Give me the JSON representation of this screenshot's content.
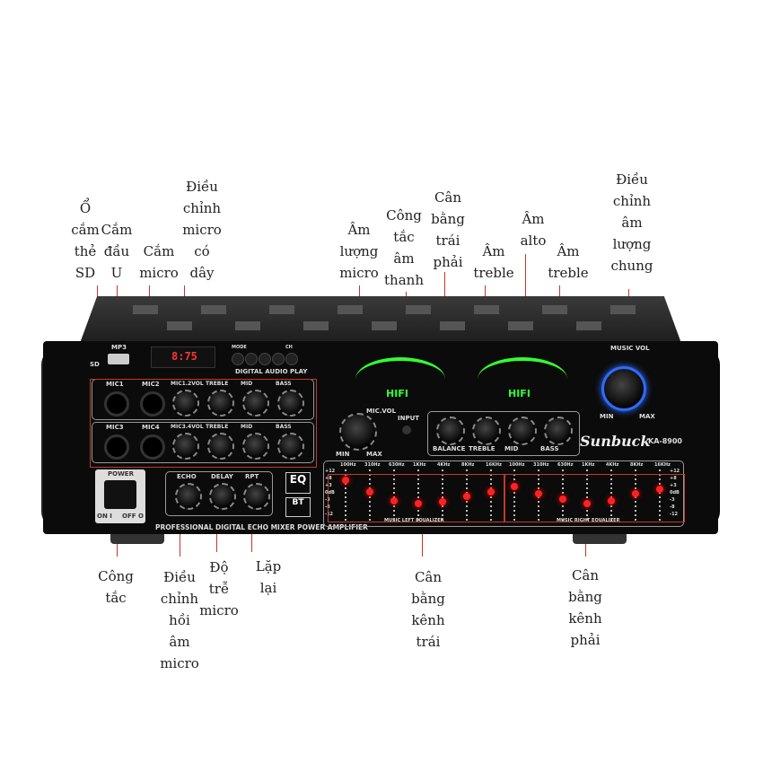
{
  "labels_top": [
    {
      "id": "sd-slot",
      "lines": [
        "Ổ",
        "cắm",
        "thẻ",
        "SD"
      ]
    },
    {
      "id": "usb",
      "lines": [
        "Cắm",
        "đầu",
        "U"
      ]
    },
    {
      "id": "mic-jack",
      "lines": [
        "Cắm",
        "micro"
      ]
    },
    {
      "id": "wired-mic",
      "lines": [
        "Điều",
        "chỉnh",
        "micro",
        "có",
        "dây"
      ]
    },
    {
      "id": "mic-volume",
      "lines": [
        "Âm",
        "lượng",
        "micro"
      ]
    },
    {
      "id": "input-switch",
      "lines": [
        "Công",
        "tắc",
        "âm",
        "thanh"
      ]
    },
    {
      "id": "balance",
      "lines": [
        "Cân",
        "bằng",
        "trái",
        "phải"
      ]
    },
    {
      "id": "treble-1",
      "lines": [
        "Âm",
        "treble"
      ]
    },
    {
      "id": "alto",
      "lines": [
        "Âm",
        "alto"
      ]
    },
    {
      "id": "treble-2",
      "lines": [
        "Âm",
        "treble"
      ]
    },
    {
      "id": "master-volume",
      "lines": [
        "Điều",
        "chỉnh",
        "âm",
        "lượng",
        "chung"
      ]
    }
  ],
  "labels_bottom": [
    {
      "id": "power-switch",
      "lines": [
        "Công",
        "tắc"
      ]
    },
    {
      "id": "echo",
      "lines": [
        "Điều",
        "chỉnh",
        "hồi",
        "âm",
        "micro"
      ]
    },
    {
      "id": "delay",
      "lines": [
        "Độ",
        "trễ",
        "micro"
      ]
    },
    {
      "id": "repeat",
      "lines": [
        "Lặp",
        "lại"
      ]
    },
    {
      "id": "left-eq",
      "lines": [
        "Cân",
        "bằng",
        "kênh",
        "trái"
      ]
    },
    {
      "id": "right-eq",
      "lines": [
        "Cân",
        "bằng",
        "kênh",
        "phải"
      ]
    }
  ],
  "device": {
    "sd": "SD",
    "mp3": "MP3",
    "display": "8:75",
    "player_buttons": [
      "MODE",
      "",
      "",
      " ",
      "CH"
    ],
    "player_title": "DIGITAL AUDIO PLAY",
    "mics": [
      "MIC1",
      "MIC2",
      "MIC3",
      "MIC4"
    ],
    "row1": [
      "MIC1.2VOL",
      "TREBLE",
      "MID",
      "BASS"
    ],
    "row2": [
      "MIC3.4VOL",
      "TREBLE",
      "MID",
      "BASS"
    ],
    "power": "POWER",
    "on": "ON I",
    "off": "OFF O",
    "effects": [
      "ECHO",
      "DELAY",
      "RPT"
    ],
    "eq_badge": "EQ",
    "bt_badge": "BT",
    "panel_text": "PROFESSIONAL DIGITAL ECHO MIXER POWER AMPLIFIER",
    "hifi": "HIFI",
    "mic_vol": "MIC.VOL",
    "min": "MIN",
    "max": "MAX",
    "input": "INPUT",
    "tone": [
      "BALANCE",
      "TREBLE",
      "MID",
      "BASS"
    ],
    "music_vol": "MUSIC VOL",
    "brand": "Sunbuck",
    "model": "KA-8900",
    "eq_freqs": [
      "100Hz",
      "310Hz",
      "630Hz",
      "1KHz",
      "4KHz",
      "8KHz",
      "16KHz"
    ],
    "eq_scale": [
      "+12",
      "+8",
      "+3",
      "0dB",
      "-3",
      "-8",
      "-12"
    ],
    "left_eq": "MUSIC LEFT EQUALIZER",
    "right_eq": "MUSIC RIGHT EQUALIZER"
  },
  "colors": {
    "annotation_line": "#c0392b",
    "vu_green": "#33ff33",
    "led_red": "#ff2222",
    "volume_ring": "#2f6bff"
  }
}
